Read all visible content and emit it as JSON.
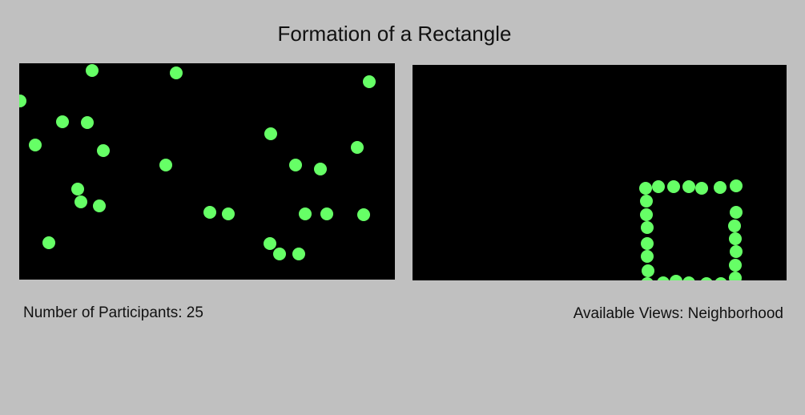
{
  "title": "Formation of a Rectangle",
  "participants_label": "Number of Participants: 25",
  "views_label": "Available Views: Neighborhood",
  "colors": {
    "dot": "#66ff66",
    "panel": "#000000",
    "background": "#c0c0c0"
  }
}
